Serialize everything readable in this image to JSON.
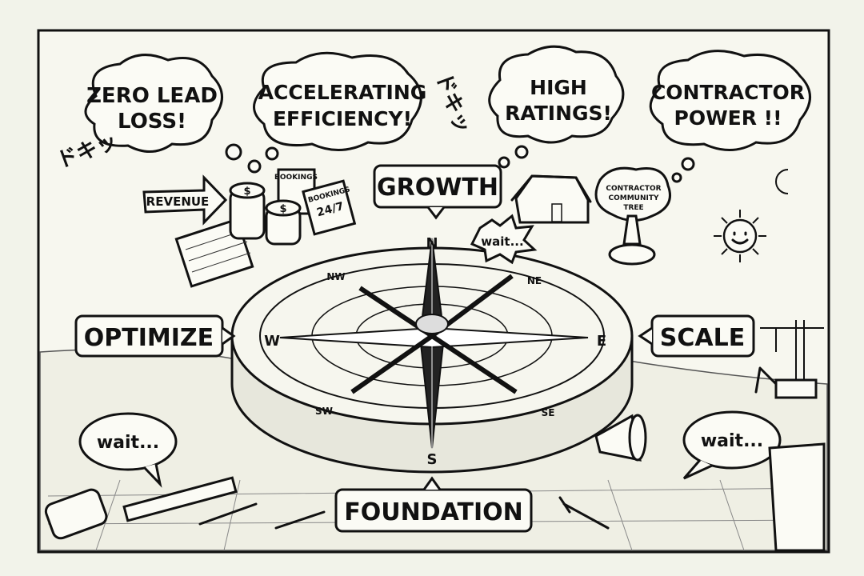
{
  "thought_bubbles": [
    "ZERO LEAD|LOSS!",
    "ACCELERATING|EFFICIENCY!",
    "HIGH|RATINGS!",
    "CONTRACTOR|POWER !!"
  ],
  "thought_lines": [
    [
      "ZERO LEAD",
      "LOSS!"
    ],
    [
      "ACCELERATING",
      "EFFICIENCY!"
    ],
    [
      "HIGH",
      "RATINGS!"
    ],
    [
      "CONTRACTOR",
      "POWER !!"
    ]
  ],
  "labels": {
    "growth": "GROWTH",
    "optimize": "OPTIMIZE",
    "scale": "SCALE",
    "foundation": "FOUNDATION"
  },
  "props": {
    "revenue": "REVENUE",
    "bookings_title": "BOOKINGS",
    "bookings_value": "24/7",
    "tree_lines": [
      "CONTRACTOR",
      "COMMUNITY",
      "TREE"
    ]
  },
  "speech": {
    "wait_left": "wait...",
    "wait_right": "wait...",
    "wait_burst": "wait..."
  },
  "sfx": "ドキッ",
  "compass": {
    "N": "N",
    "S": "S",
    "E": "E",
    "W": "W",
    "NE": "NE",
    "NW": "NW",
    "SE": "SE",
    "SW": "SW"
  }
}
